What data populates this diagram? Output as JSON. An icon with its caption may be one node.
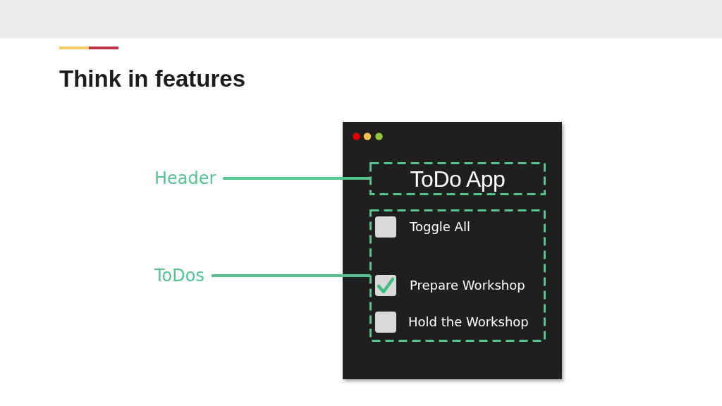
{
  "diagram": {
    "title": "Think in features",
    "nodes": [
      {
        "text": [
          "Header"
        ]
      },
      {
        "text": [
          "ToDos"
        ]
      },
      {
        "text": [],
        "shape": "box"
      },
      {
        "text": [
          "ToDo App"
        ],
        "in": 2
      },
      {
        "text": [
          "Toggle All",
          "Prepare Workshop",
          "Hold the Workshop"
        ],
        "in": 2
      }
    ],
    "edges": [
      {
        "from": 0,
        "to": 3,
        "arrow": "none"
      },
      {
        "from": 1,
        "to": 4,
        "arrow": "none"
      }
    ]
  }
}
